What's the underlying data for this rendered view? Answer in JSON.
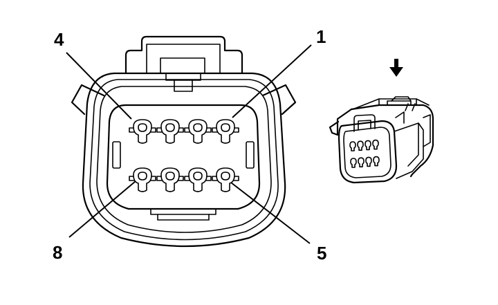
{
  "diagram": {
    "pin_callouts": [
      {
        "id": "pin-4",
        "text": "4"
      },
      {
        "id": "pin-1",
        "text": "1"
      },
      {
        "id": "pin-8",
        "text": "8"
      },
      {
        "id": "pin-5",
        "text": "5"
      }
    ],
    "cavities": {
      "rows": 2,
      "per_row": 4,
      "count": 8
    },
    "icons": [
      "down-arrow-icon",
      "connector-face-view",
      "connector-isometric-view"
    ],
    "stroke_color": "#000000",
    "background_color": "#ffffff"
  }
}
